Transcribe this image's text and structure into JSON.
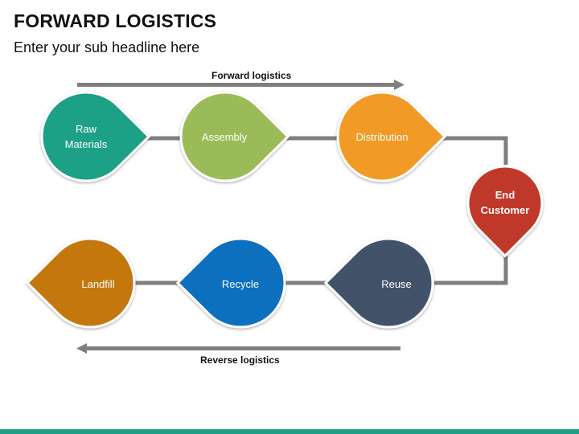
{
  "header": {
    "title": "FORWARD LOGISTICS",
    "subtitle": "Enter your sub headline here"
  },
  "flows": {
    "forward_label": "Forward logistics",
    "reverse_label": "Reverse logistics"
  },
  "nodes": [
    {
      "label": "Raw Materials",
      "line1": "Raw",
      "line2": "Materials",
      "color": "#1fa086",
      "pointer": "right"
    },
    {
      "label": "Assembly",
      "color": "#9bbb59",
      "pointer": "right"
    },
    {
      "label": "Distribution",
      "color": "#f19b25",
      "pointer": "right"
    },
    {
      "label": "End Customer",
      "line1": "End",
      "line2": "Customer",
      "color": "#c0392b",
      "pointer": "down"
    },
    {
      "label": "Reuse",
      "color": "#435369",
      "pointer": "left"
    },
    {
      "label": "Recycle",
      "color": "#0e6fbe",
      "pointer": "left"
    },
    {
      "label": "Landfill",
      "color": "#c4770f",
      "pointer": "left"
    }
  ],
  "colors": {
    "connector": "#7f7f7f",
    "footer": "#21a087"
  }
}
